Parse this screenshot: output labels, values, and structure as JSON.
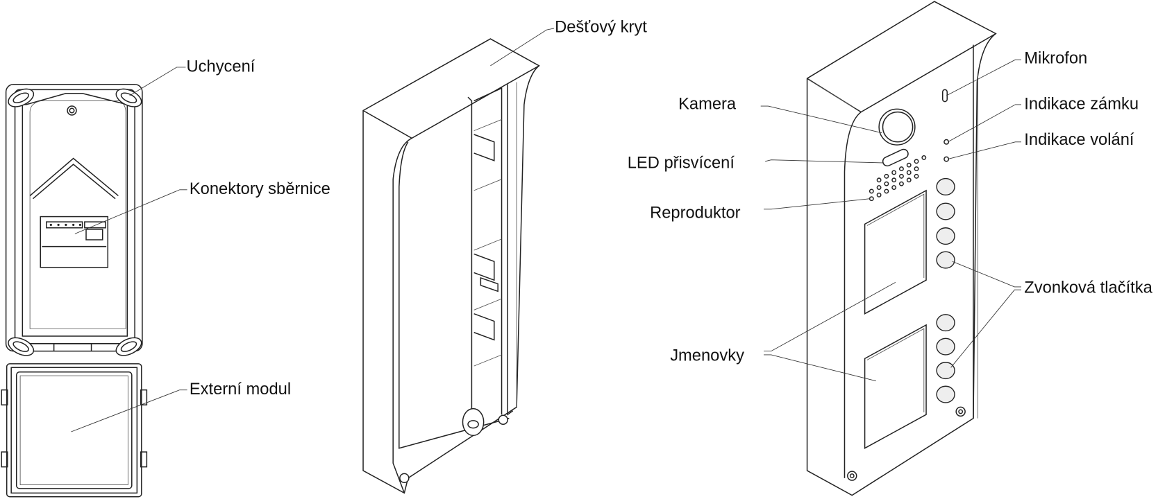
{
  "labels": {
    "mounting": "Uchycení",
    "bus_connectors": "Konektory sběrnice",
    "external_module": "Externí modul",
    "rain_cover": "Dešťový kryt",
    "camera": "Kamera",
    "led_illumination": "LED přisvícení",
    "speaker": "Reproduktor",
    "name_tags": "Jmenovky",
    "microphone": "Mikrofon",
    "lock_indicator": "Indikace zámku",
    "call_indicator": "Indikace volání",
    "call_buttons": "Zvonková tlačítka"
  }
}
